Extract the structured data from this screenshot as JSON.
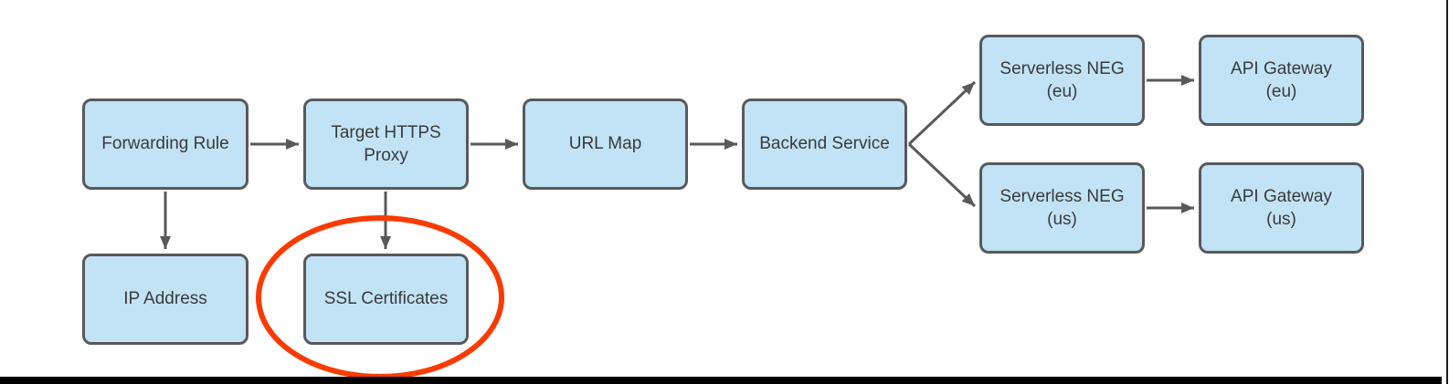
{
  "colors": {
    "node_fill": "#C2E3F6",
    "node_border": "#58595B",
    "node_text": "#3A3A3A",
    "arrow": "#595959",
    "highlight": "#FA3B00",
    "frame": "#000000"
  },
  "nodes": {
    "forwarding_rule": {
      "label": "Forwarding Rule"
    },
    "target_https_proxy": {
      "label": "Target HTTPS\nProxy"
    },
    "url_map": {
      "label": "URL Map"
    },
    "backend_service": {
      "label": "Backend Service"
    },
    "serverless_neg_eu": {
      "label": "Serverless NEG\n(eu)"
    },
    "api_gateway_eu": {
      "label": "API Gateway\n(eu)"
    },
    "serverless_neg_us": {
      "label": "Serverless NEG\n(us)"
    },
    "api_gateway_us": {
      "label": "API Gateway\n(us)"
    },
    "ip_address": {
      "label": "IP Address"
    },
    "ssl_certificates": {
      "label": "SSL Certificates"
    }
  },
  "edges": [
    {
      "from": "Forwarding Rule",
      "to": "Target HTTPS Proxy"
    },
    {
      "from": "Target HTTPS Proxy",
      "to": "URL Map"
    },
    {
      "from": "URL Map",
      "to": "Backend Service"
    },
    {
      "from": "Backend Service",
      "to": "Serverless NEG (eu)"
    },
    {
      "from": "Backend Service",
      "to": "Serverless NEG (us)"
    },
    {
      "from": "Serverless NEG (eu)",
      "to": "API Gateway (eu)"
    },
    {
      "from": "Serverless NEG (us)",
      "to": "API Gateway (us)"
    },
    {
      "from": "Forwarding Rule",
      "to": "IP Address"
    },
    {
      "from": "Target HTTPS Proxy",
      "to": "SSL Certificates"
    }
  ],
  "annotation": {
    "shape": "ellipse",
    "highlights": "SSL Certificates",
    "color": "#FA3B00"
  }
}
